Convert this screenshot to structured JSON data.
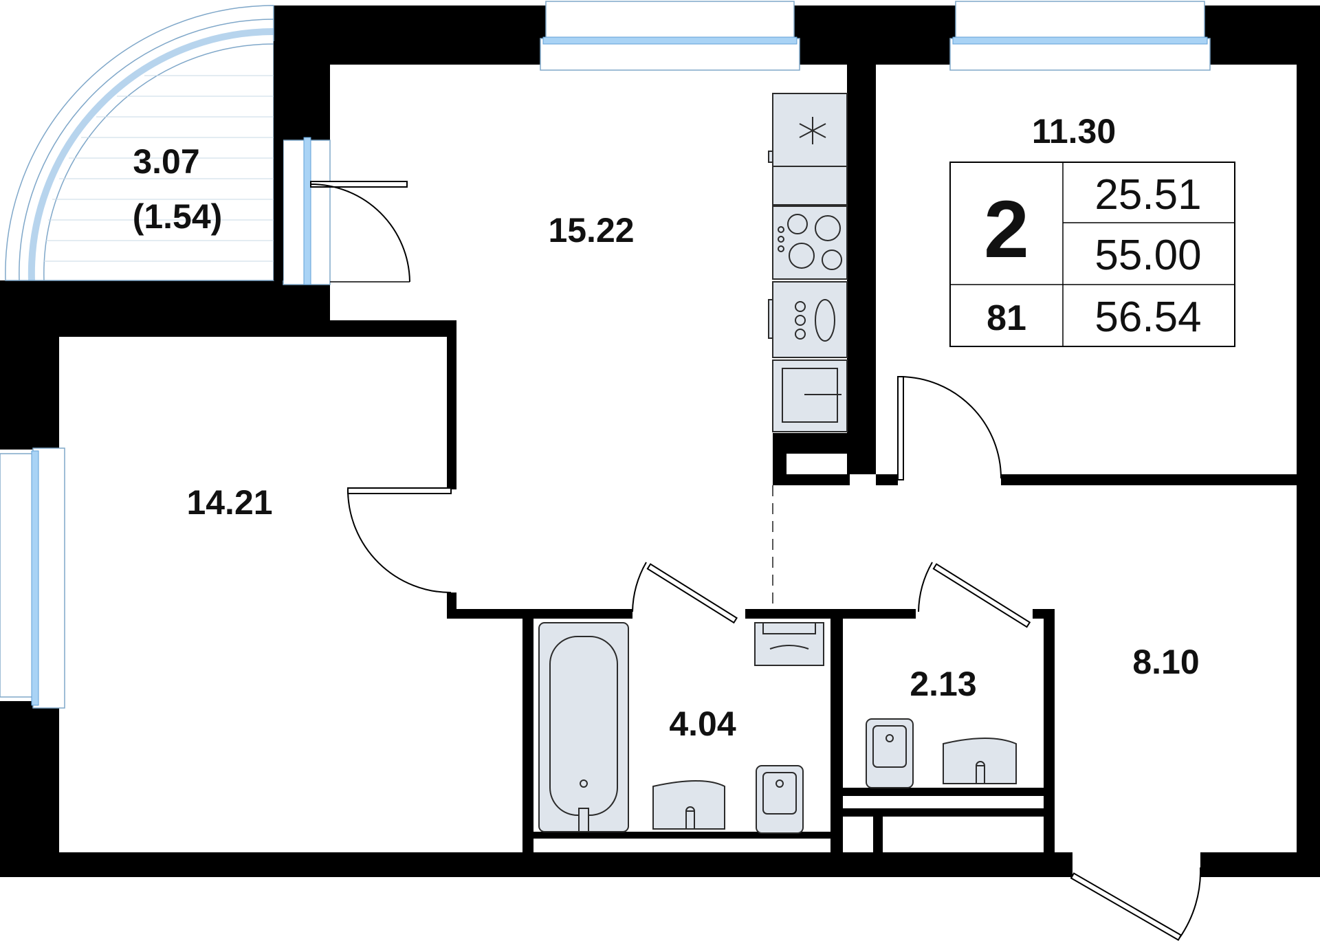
{
  "rooms": {
    "balcony_area": "3.07",
    "balcony_area_reduced": "(1.54)",
    "kitchen_area": "15.22",
    "bedroom_area": "11.30",
    "living_area": "14.21",
    "bathroom_area": "4.04",
    "wc_area": "2.13",
    "hall_area": "8.10"
  },
  "info": {
    "rooms_count": "2",
    "living_area": "25.51",
    "total_area": "55.00",
    "apartment_number": "81",
    "total_area_with_balcony": "56.54"
  },
  "colors": {
    "wall": "#000000",
    "glass": "#a9d3f5",
    "fixture": "#dfe5ec"
  }
}
